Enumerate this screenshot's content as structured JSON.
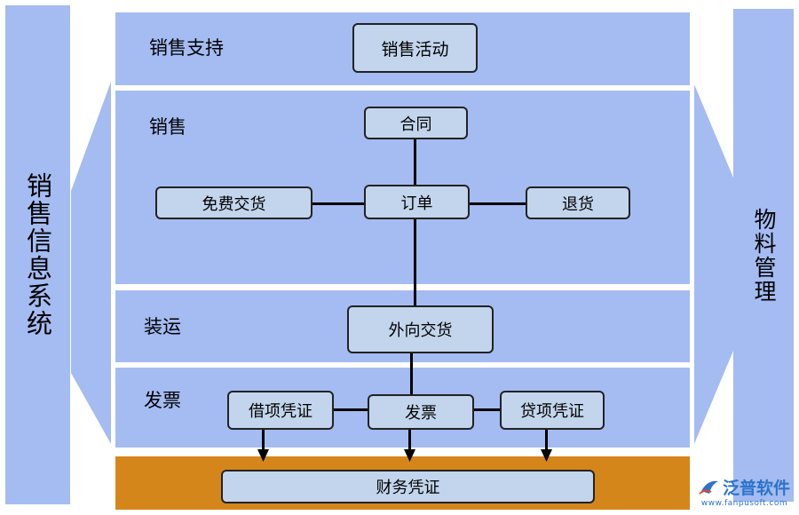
{
  "left_panel": {
    "title": "销售信息系统"
  },
  "right_panel": {
    "title": "物料管理"
  },
  "sections": {
    "support": "销售支持",
    "sales": "销售",
    "shipping": "装运",
    "invoice": "发票"
  },
  "nodes": {
    "sales_activity": "销售活动",
    "contract": "合同",
    "free_delivery": "免费交货",
    "order": "订单",
    "returns": "退货",
    "outbound_delivery": "外向交货",
    "debit_voucher": "借项凭证",
    "invoice": "发票",
    "credit_voucher": "贷项凭证",
    "financial_voucher": "财务凭证"
  },
  "watermark": {
    "name": "泛普软件",
    "url": "www.fanpusoft.com",
    "icon": "fanpu-logo-icon"
  },
  "colors": {
    "band": "#a4bcf2",
    "node_fill": "#c3d5ec",
    "finance_band": "#d4861b",
    "brand": "#2d73c9"
  }
}
